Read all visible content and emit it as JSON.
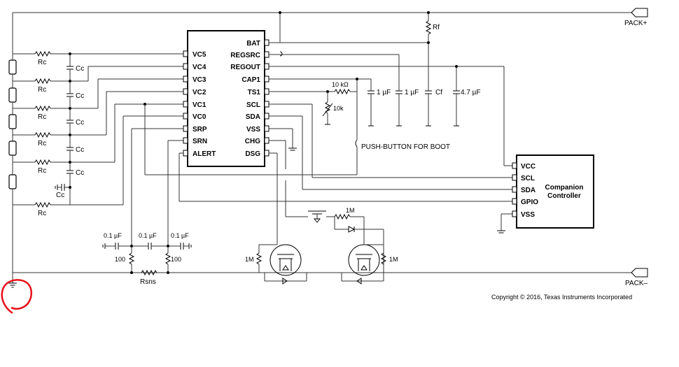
{
  "terminals": {
    "pack_plus": "PACK+",
    "pack_minus": "PACK–"
  },
  "ic_main": {
    "left_pins": [
      "VC5",
      "VC4",
      "VC3",
      "VC2",
      "VC1",
      "VC0",
      "SRP",
      "SRN",
      "ALERT"
    ],
    "right_pins": [
      "BAT",
      "REGSRC",
      "REGOUT",
      "CAP1",
      "TS1",
      "SCL",
      "SDA",
      "VSS",
      "CHG",
      "DSG"
    ]
  },
  "companion": {
    "title_line1": "Companion",
    "title_line2": "Controller",
    "pins": [
      "VCC",
      "SCL",
      "SDA",
      "GPIO",
      "VSS"
    ]
  },
  "labels": {
    "rc": "Rc",
    "cc": "Cc",
    "rf": "Rf",
    "cf": "Cf",
    "cap_1uf": "1 µF",
    "cap_4p7uf": "4.7 µF",
    "r_10kohm": "10 kΩ",
    "thermistor": "10k",
    "pushbutton": "PUSH-BUTTON FOR BOOT",
    "r_1m": "1M",
    "cap_0p1uf": "0.1 µF",
    "r_100": "100",
    "rsns": "Rsns"
  },
  "copyright": "Copyright © 2016, Texas Instruments Incorporated",
  "colors": {
    "annotation": "#e8101a",
    "line": "#333333"
  }
}
